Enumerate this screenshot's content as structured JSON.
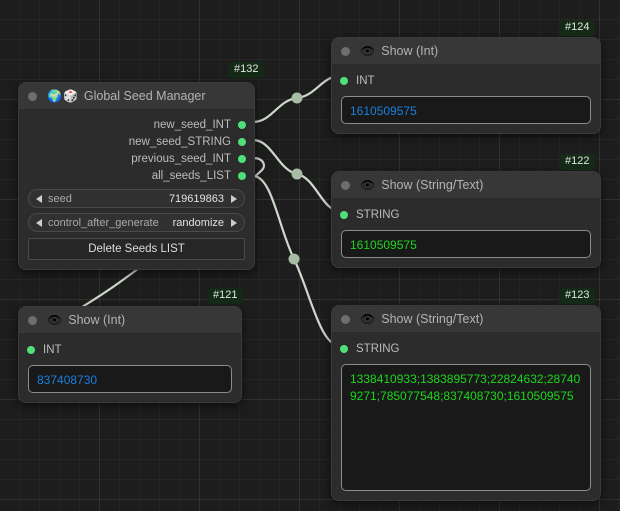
{
  "canvas": {
    "background": "#1d1d1d",
    "grid_minor": "20px",
    "grid_major": "100px",
    "wire_color": "#ccd8ca",
    "port_color": "#4fe07a",
    "badge_color": "#152a16"
  },
  "nodes": [
    {
      "id": "#132",
      "title": "Global Seed Manager",
      "emojis": [
        "🌍",
        "🎲"
      ],
      "outputs": [
        "new_seed_INT",
        "new_seed_STRING",
        "previous_seed_INT",
        "all_seeds_LIST"
      ],
      "widgets": [
        {
          "name": "seed",
          "value": "719619863"
        },
        {
          "name": "control_after_generate",
          "value": "randomize"
        }
      ],
      "button": "Delete Seeds LIST"
    },
    {
      "id": "#124",
      "title": "Show (Int)",
      "emojis": [
        "👁"
      ],
      "input": "INT",
      "value": "1610509575",
      "value_type": "int"
    },
    {
      "id": "#122",
      "title": "Show (String/Text)",
      "emojis": [
        "👁"
      ],
      "input": "STRING",
      "value": "1610509575",
      "value_type": "string"
    },
    {
      "id": "#123",
      "title": "Show (String/Text)",
      "emojis": [
        "👁"
      ],
      "input": "STRING",
      "value": "1338410933;1383895773;22824632;287409271;785077548;837408730;1610509575",
      "value_type": "string"
    },
    {
      "id": "#121",
      "title": "Show (Int)",
      "emojis": [
        "👁"
      ],
      "input": "INT",
      "value": "837408730",
      "value_type": "int"
    }
  ]
}
